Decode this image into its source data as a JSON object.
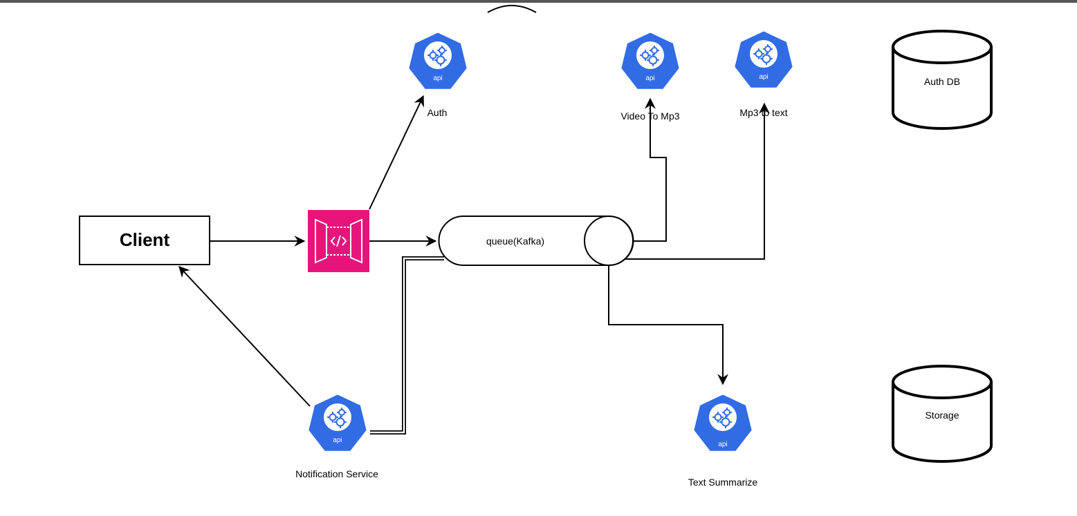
{
  "nodes": {
    "client": {
      "label": "Client"
    },
    "gateway": {
      "icon": "api-gateway-icon",
      "color": "#E7157B"
    },
    "queue": {
      "label": "queue(Kafka)"
    },
    "auth": {
      "label": "Auth",
      "icon": "kubernetes-api-icon",
      "badge": "api"
    },
    "video_to_mp3": {
      "label": "Video To Mp3",
      "icon": "kubernetes-api-icon",
      "badge": "api"
    },
    "mp3_to_text": {
      "label": "Mp3 to text",
      "icon": "kubernetes-api-icon",
      "badge": "api"
    },
    "notification": {
      "label": "Notification Service",
      "icon": "kubernetes-api-icon",
      "badge": "api"
    },
    "text_summarize": {
      "label": "Text Summarize",
      "icon": "kubernetes-api-icon",
      "badge": "api"
    },
    "auth_db": {
      "label": "Auth DB",
      "icon": "database-cylinder"
    },
    "storage": {
      "label": "Storage",
      "icon": "database-cylinder"
    }
  },
  "colors": {
    "service_blue": "#326CE5",
    "gateway_pink": "#E7157B",
    "line": "#000000"
  }
}
